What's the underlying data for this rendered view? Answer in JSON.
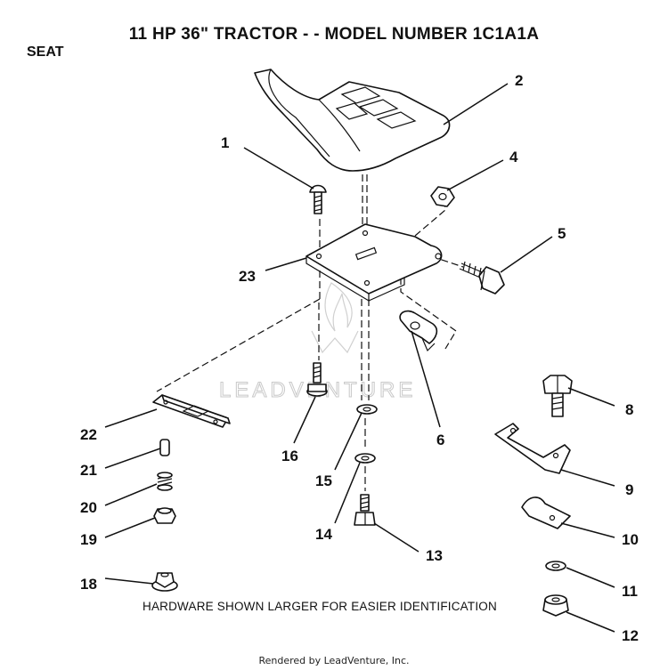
{
  "header": {
    "title": "11 HP 36\" TRACTOR - - MODEL NUMBER 1C1A1A",
    "section": "SEAT"
  },
  "footer": {
    "note": "HARDWARE SHOWN LARGER FOR EASIER IDENTIFICATION",
    "credit": "Rendered by LeadVenture, Inc."
  },
  "watermark": {
    "text": "LEADVENTURE"
  },
  "callouts": [
    "1",
    "2",
    "4",
    "5",
    "23",
    "6",
    "22",
    "16",
    "15",
    "21",
    "20",
    "19",
    "14",
    "13",
    "18",
    "8",
    "9",
    "10",
    "11",
    "12"
  ]
}
